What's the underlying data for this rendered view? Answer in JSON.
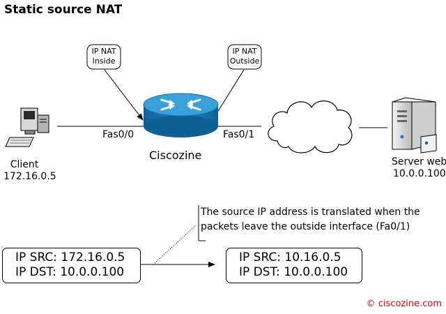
{
  "title": "Static source NAT",
  "callouts": {
    "inside": [
      "IP NAT",
      "Inside"
    ],
    "outside": [
      "IP NAT",
      "Outside"
    ]
  },
  "router": {
    "name": "Ciscozine",
    "left_interface": "Fas0/0",
    "right_interface": "Fas0/1"
  },
  "client": {
    "label": "Client",
    "ip": "172.16.0.5"
  },
  "server": {
    "label": "Server web",
    "ip": "10.0.0.100"
  },
  "note": {
    "line1": "The source IP address is translated when the",
    "line2": "packets leave the outside interface (Fa0/1)"
  },
  "packet_before": {
    "src": "IP SRC: 172.16.0.5",
    "dst": "IP DST: 10.0.0.100"
  },
  "packet_after": {
    "src": "IP SRC: 10.16.0.5",
    "dst": "IP DST: 10.0.0.100"
  },
  "copyright": "© ciscozine.com",
  "colors": {
    "router_body": "#1f7fbf",
    "router_top": "#3aa0d8",
    "copyright": "#e00000"
  }
}
